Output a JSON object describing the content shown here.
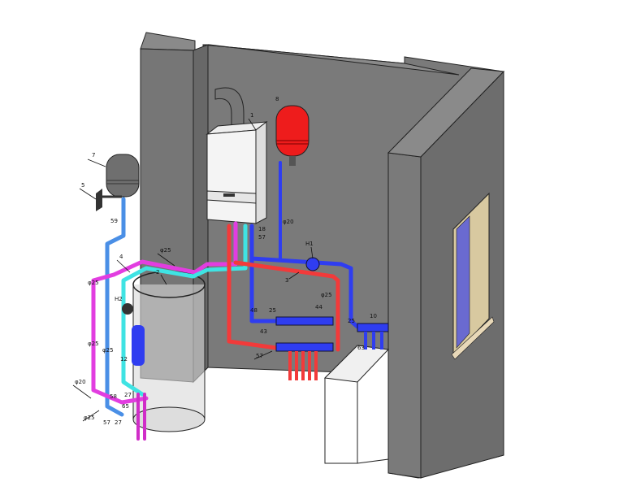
{
  "title": "Heating system isometric layout",
  "colors": {
    "wall_front": "#7a7a7a",
    "wall_side": "#6c6c6c",
    "supply": "#f23a3a",
    "return": "#2f3df0",
    "boiler_supply": "#e23de0",
    "boiler_return": "#3fe3e3",
    "cold": "#4a8fe6",
    "tank_red": "#ee1c1c",
    "tank_gray": "#6f6f6f"
  },
  "labels": {
    "boiler": "1",
    "tank": "2",
    "valve3": "3",
    "valve4": "4",
    "bracket": "5",
    "exp_tank_dhw": "7",
    "exp_tank_heat": "8",
    "manifold_small": "10",
    "filter": "12",
    "fitting18": "18",
    "fitting57_top": "57",
    "pump_h1": "H1",
    "pump_h2": "H2",
    "fitting25_a": "25",
    "fitting25_b": "25",
    "fitting43": "43",
    "fitting44": "44",
    "fitting48": "48",
    "fitting57_mid": "57",
    "fitting63": "63",
    "fitting59": "59",
    "fitting58": "58",
    "fitting27_a": "27",
    "fitting65": "65",
    "fitting57_bot": "57",
    "fitting27_b": "27",
    "d25_top": "φ25",
    "d25_left1": "φ25",
    "d25_left2": "φ25",
    "d25_left3": "φ25",
    "d20_left": "φ20",
    "d25_bot": "φ25",
    "d20_right": "φ20",
    "d25_right": "φ25"
  }
}
